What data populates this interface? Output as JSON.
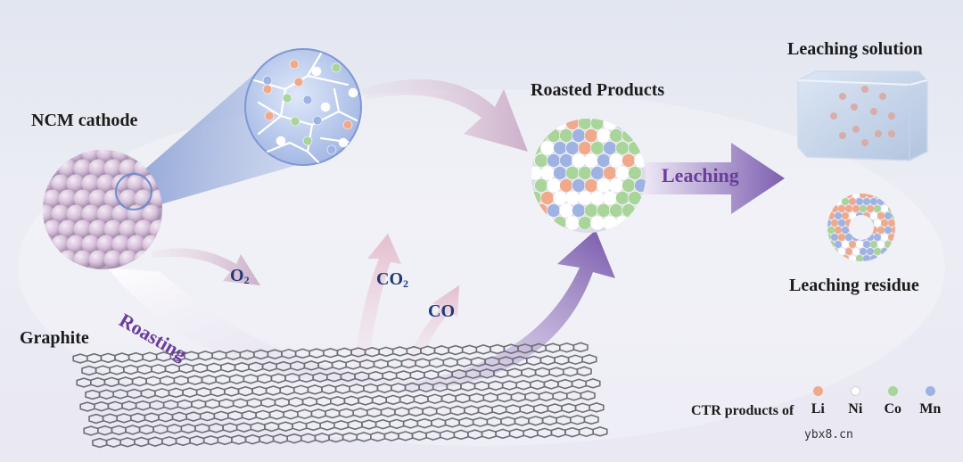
{
  "labels": {
    "ncm_cathode": "NCM cathode",
    "graphite": "Graphite",
    "roasted_products": "Roasted Products",
    "leaching_solution": "Leaching solution",
    "leaching_residue": "Leaching residue",
    "roasting": "Roasting",
    "leaching": "Leaching"
  },
  "gases": {
    "o2_base": "O",
    "o2_sub": "2",
    "co2_base": "CO",
    "co2_sub": "2",
    "co": "CO"
  },
  "legend": {
    "prefix": "CTR products of",
    "items": [
      {
        "label": "Li",
        "color": "#f0a98a"
      },
      {
        "label": "Ni",
        "color": "#ffffff"
      },
      {
        "label": "Co",
        "color": "#a9d49a"
      },
      {
        "label": "Mn",
        "color": "#9fb3e3"
      }
    ]
  },
  "colors": {
    "accent_purple": "#6a3d9a",
    "cathode_pink": "#d6c1d9",
    "arrow_purple": "#8a6cb5"
  },
  "watermark": "ybx8.cn"
}
